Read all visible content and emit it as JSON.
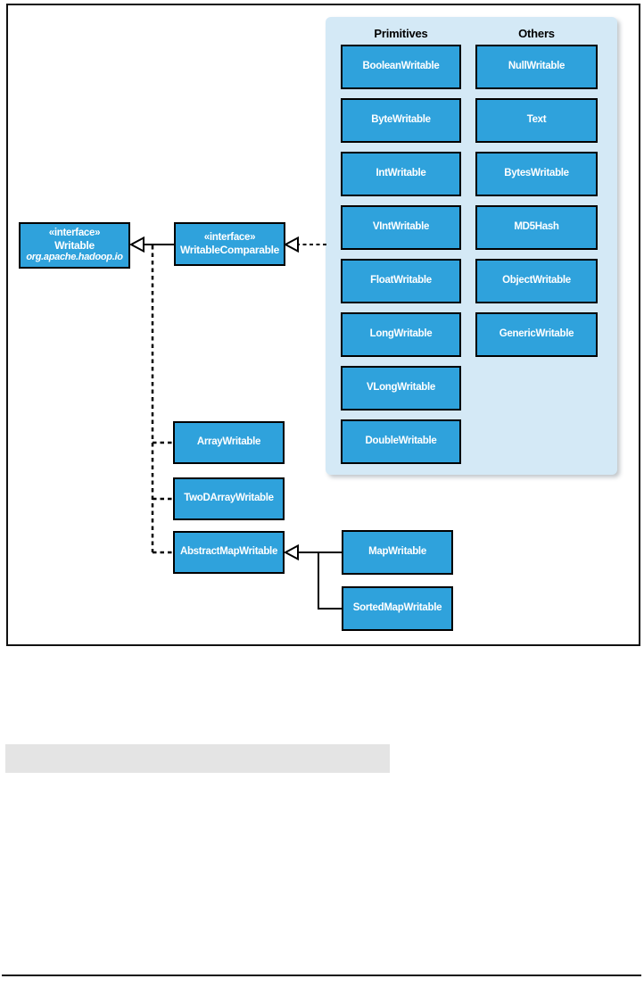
{
  "diagram": {
    "writable": {
      "stereotype": "«interface»",
      "name": "Writable",
      "package": "org.apache.hadoop.io"
    },
    "writable_comparable": {
      "stereotype": "«interface»",
      "name": "WritableComparable"
    },
    "subclasses": [
      "ArrayWritable",
      "TwoDArrayWritable",
      "AbstractMapWritable"
    ],
    "map_subclasses": [
      "MapWritable",
      "SortedMapWritable"
    ],
    "panel": {
      "columns": [
        {
          "header": "Primitives",
          "items": [
            "BooleanWritable",
            "ByteWritable",
            "IntWritable",
            "VIntWritable",
            "FloatWritable",
            "LongWritable",
            "VLongWritable",
            "DoubleWritable"
          ]
        },
        {
          "header": "Others",
          "items": [
            "NullWritable",
            "Text",
            "BytesWritable",
            "MD5Hash",
            "ObjectWritable",
            "GenericWritable"
          ]
        }
      ]
    },
    "colors": {
      "node_fill": "#2FA2DC",
      "node_border": "#000000",
      "node_text": "#FFFFFF",
      "panel_bg": "#D4E9F6",
      "header_text": "#000000",
      "gray_bar": "#E4E4E4",
      "frame_border": "#111111"
    }
  }
}
